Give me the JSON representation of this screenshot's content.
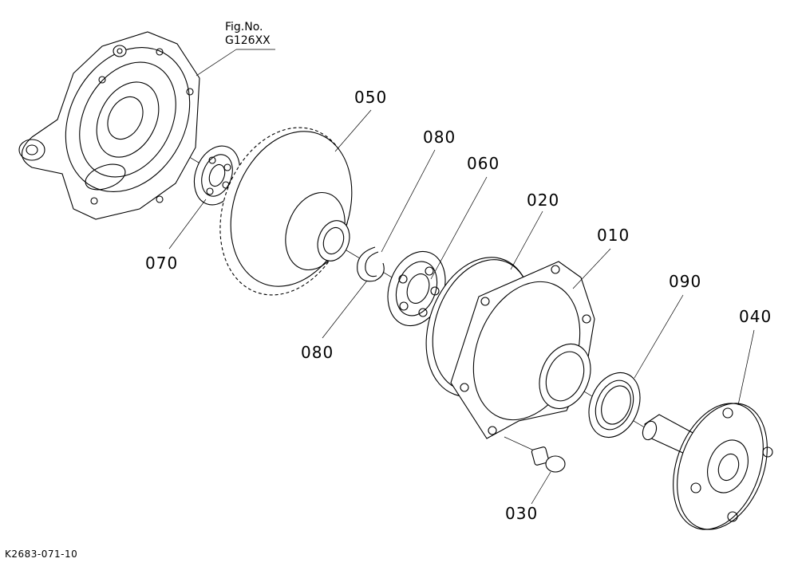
{
  "figure": {
    "title_line1": "Fig.No.",
    "title_line2": "G126XX"
  },
  "drawing_code": "K2683-071-10",
  "parts": [
    {
      "id": "p050",
      "label": "050"
    },
    {
      "id": "p080a",
      "label": "080"
    },
    {
      "id": "p060",
      "label": "060"
    },
    {
      "id": "p020",
      "label": "020"
    },
    {
      "id": "p010",
      "label": "010"
    },
    {
      "id": "p090",
      "label": "090"
    },
    {
      "id": "p040",
      "label": "040"
    },
    {
      "id": "p070",
      "label": "070"
    },
    {
      "id": "p080b",
      "label": "080"
    },
    {
      "id": "p030",
      "label": "030"
    }
  ]
}
